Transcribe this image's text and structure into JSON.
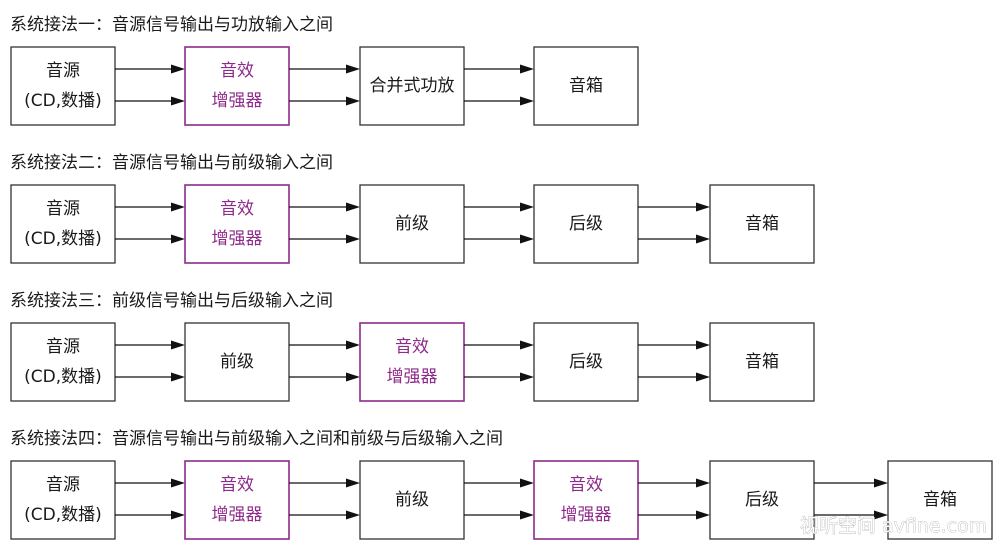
{
  "rows": [
    {
      "title": "系统接法一：音源信号输出与功放输入之间",
      "boxes": [
        {
          "lines": [
            "音源",
            "(CD,数播)"
          ],
          "effect": false
        },
        {
          "lines": [
            "音效",
            "增强器"
          ],
          "effect": true
        },
        {
          "lines": [
            "合并式功放"
          ],
          "effect": false
        },
        {
          "lines": [
            "音箱"
          ],
          "effect": false
        }
      ]
    },
    {
      "title": "系统接法二：音源信号输出与前级输入之间",
      "boxes": [
        {
          "lines": [
            "音源",
            "(CD,数播)"
          ],
          "effect": false
        },
        {
          "lines": [
            "音效",
            "增强器"
          ],
          "effect": true
        },
        {
          "lines": [
            "前级"
          ],
          "effect": false
        },
        {
          "lines": [
            "后级"
          ],
          "effect": false
        },
        {
          "lines": [
            "音箱"
          ],
          "effect": false
        }
      ]
    },
    {
      "title": "系统接法三：前级信号输出与后级输入之间",
      "boxes": [
        {
          "lines": [
            "音源",
            "(CD,数播)"
          ],
          "effect": false
        },
        {
          "lines": [
            "前级"
          ],
          "effect": false
        },
        {
          "lines": [
            "音效",
            "增强器"
          ],
          "effect": true
        },
        {
          "lines": [
            "后级"
          ],
          "effect": false
        },
        {
          "lines": [
            "音箱"
          ],
          "effect": false
        }
      ]
    },
    {
      "title": "系统接法四：音源信号输出与前级输入之间和前级与后级输入之间",
      "boxes": [
        {
          "lines": [
            "音源",
            "(CD,数播)"
          ],
          "effect": false
        },
        {
          "lines": [
            "音效",
            "增强器"
          ],
          "effect": true
        },
        {
          "lines": [
            "前级"
          ],
          "effect": false
        },
        {
          "lines": [
            "音效",
            "增强器"
          ],
          "effect": true
        },
        {
          "lines": [
            "后级"
          ],
          "effect": false
        },
        {
          "lines": [
            "音箱"
          ],
          "effect": false
        }
      ]
    }
  ],
  "watermark": "视听空间 avfine.com"
}
